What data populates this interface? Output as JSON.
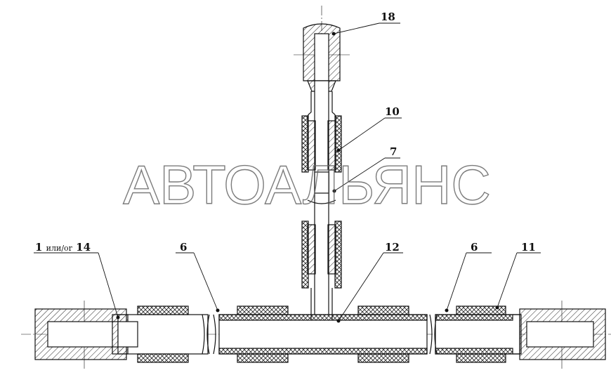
{
  "watermark": "АВТОАЛЬЯНС",
  "callouts": {
    "c18": "18",
    "c10": "10",
    "c7": "7",
    "c12": "12",
    "c6a": "6",
    "c6b": "6",
    "c11": "11",
    "c1_num": "1",
    "c1_or": "или/or",
    "c1_alt": "14"
  }
}
